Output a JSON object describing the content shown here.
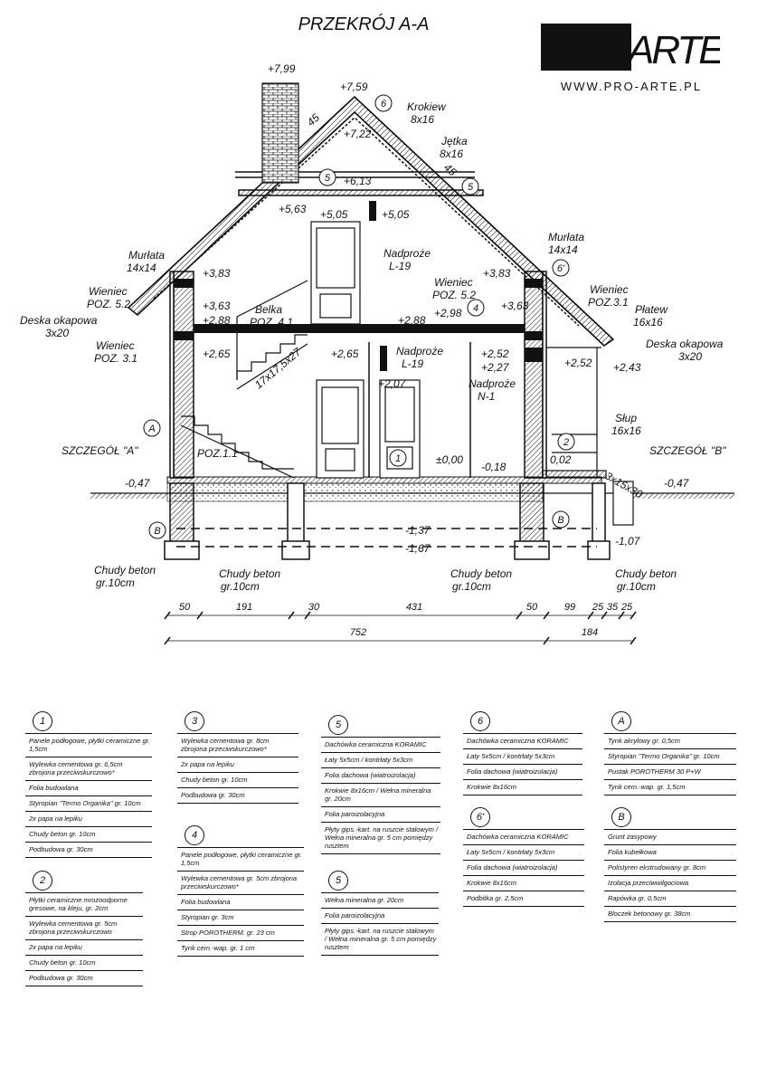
{
  "title": "PRZEKRÓJ A-A",
  "logo": {
    "text": "PROARTE",
    "url": "WWW.PRO-ARTE.PL"
  },
  "elevations": {
    "chimney_top": "+7,99",
    "ridge": "+7,59",
    "attic": "+7,22",
    "ceiling_top": "+6,13",
    "left_563": "+5,63",
    "left_505": "+5,05",
    "right_505": "+5,05",
    "e383_left": "+3,83",
    "e383_right": "+3,83",
    "e363_left": "+3,63",
    "e363_right": "+3,63",
    "e288_left": "+2,88",
    "e288_mid": "+2,88",
    "e298": "+2,98",
    "e265_left": "+2,65",
    "e265_mid": "+2,65",
    "e252": "+2,52",
    "e227": "+2,27",
    "e252_terrace": "+2,52",
    "e243": "+2,43",
    "e207": "+2,07",
    "zero": "±0,00",
    "m018": "-0,18",
    "p002": "0,02",
    "m047_left": "-0,47",
    "m047_right": "-0,47",
    "m137": "-1,37",
    "m167": "-1,67",
    "m107": "-1,07"
  },
  "labels": {
    "krokiew": "Krokiew",
    "krokiew_dim": "8x16",
    "jetka": "Jętka",
    "jetka_dim": "8x16",
    "murlata_l": "Murłata",
    "murlata_l_dim": "14x14",
    "murlata_r": "Murłata",
    "murlata_r_dim": "14x14",
    "wieniec52_l": "Wieniec",
    "wieniec52_l_poz": "POZ. 5.2",
    "wieniec52_r": "Wieniec",
    "wieniec52_r_poz": "POZ. 5.2",
    "wieniec31_l": "Wieniec",
    "wieniec31_l_poz": "POZ. 3.1",
    "wieniec31_r": "Wieniec",
    "wieniec31_r_poz": "POZ.3.1",
    "deska_l": "Deska okapowa",
    "deska_l_dim": "3x20",
    "deska_r": "Deska okapowa",
    "deska_r_dim": "3x20",
    "belka": "Belka",
    "belka_poz": "POZ. 4.1",
    "platew": "Płatew",
    "platew_dim": "16x16",
    "nadproze1": "Nadproże",
    "nadproze1_dim": "L-19",
    "nadproze2": "Nadproże",
    "nadproze2_dim": "L-19",
    "nadproze3": "Nadproże",
    "nadproze3_dim": "N-1",
    "slup": "Słup",
    "slup_dim": "16x16",
    "stairs": "17x17,5x27",
    "poz11": "POZ.1.1",
    "szczegol_a": "SZCZEGÓŁ \"A\"",
    "szczegol_b": "SZCZEGÓŁ \"B\"",
    "chudy1": "Chudy beton",
    "chudy1_gr": "gr.10cm",
    "chudy2": "Chudy beton",
    "chudy2_gr": "gr.10cm",
    "chudy3": "Chudy beton",
    "chudy3_gr": "gr.10cm",
    "chudy4": "Chudy beton",
    "chudy4_gr": "gr.10cm",
    "angle_l": "45",
    "angle_r": "45",
    "step": "3x15x30",
    "mark_1": "1",
    "mark_2": "2",
    "mark_4": "4",
    "mark_5a": "5",
    "mark_5b": "5",
    "mark_6a": "6",
    "mark_6b": "6'",
    "mark_a": "A",
    "mark_b1": "B",
    "mark_b2": "B"
  },
  "dimensions": {
    "d50a": "50",
    "d191": "191",
    "d30": "30",
    "d431": "431",
    "d50b": "50",
    "d99": "99",
    "d25a": "25",
    "d35": "35",
    "d25b": "25",
    "d752": "752",
    "d184": "184"
  },
  "legend": [
    {
      "mark": "1",
      "rows": [
        "Panele podłogowe, płytki ceramiczne gr. 1,5cm",
        "Wylewka cementowa gr. 6,5cm zbrojona przeciwskurczowo*",
        "Folia budowlana",
        "Styropian \"Termo Organika\" gr. 10cm",
        "2x papa na lepiku",
        "Chudy beton gr. 10cm",
        "Podbudowa gr. 30cm"
      ]
    },
    {
      "mark": "2",
      "rows": [
        "Płytki ceramiczne mrozoodporne gresowe, na kleju, gr. 2cm",
        "Wylewka cementowa gr. 5cm zbrojona przeciwskurczowo",
        "2x papa na lepiku",
        "Chudy beton gr. 10cm",
        "Podbudowa gr. 30cm"
      ]
    },
    {
      "mark": "3",
      "rows": [
        "Wylewka cementowa gr. 8cm zbrojona przeciwskurczowo*",
        "2x papa na lepiku",
        "Chudy beton gr. 10cm",
        "Podbudowa gr. 30cm"
      ]
    },
    {
      "mark": "4",
      "rows": [
        "Panele podłogowe, płytki ceramiczne gr. 1,5cm",
        "Wylewka cementowa gr. 5cm zbrojona przeciwskurczowo*",
        "Folia budowlana",
        "Styropian gr. 3cm",
        "Strop POROTHERM. gr. 23 cm",
        "Tynk cem.-wap. gr. 1 cm"
      ]
    },
    {
      "mark": "5",
      "rows": [
        "Dachówka ceramiczna KORAMIC",
        "Łaty 5x5cm / kontrłaty 5x3cm",
        "Folia dachowa (wiatroizolacja)",
        "Krokwie 8x16cm / Wełna mineralna gr. 20cm",
        "Folia paroizolacyjna",
        "Płyty gips.-kart. na ruszcie stalowym / Wełna mineralna gr. 5 cm pomiędzy rusztem"
      ]
    },
    {
      "mark": "5",
      "rows": [
        "Wełna mineralna gr. 20cm",
        "Folia paroizolacyjna",
        "Płyty gips.-kart. na ruszcie stalowym / Wełna mineralna gr. 5 cm pomiędzy rusztem"
      ]
    },
    {
      "mark": "6",
      "rows": [
        "Dachówka ceramiczna KORAMIC",
        "Łaty 5x5cm / kontrłaty 5x3cm",
        "Folia dachowa (wiatroizolacja)",
        "Krokwie 8x16cm"
      ]
    },
    {
      "mark": "6'",
      "rows": [
        "Dachówka ceramiczna KORAMIC",
        "Łaty 5x5cm / kontrłaty 5x3cm",
        "Folia dachowa (wiatroizolacja)",
        "Krokwie 8x16cm",
        "Podbitka gr. 2,5cm"
      ]
    },
    {
      "mark": "A",
      "rows": [
        "Tynk akrylowy gr. 0,5cm",
        "Styropian \"Termo Organika\" gr. 10cm",
        "Pustak POROTHERM 30 P+W",
        "Tynk cem.-wap. gr. 1,5cm"
      ]
    },
    {
      "mark": "B",
      "rows": [
        "Grunt zasypowy",
        "Folia kubełkowa",
        "Polistyren ekstrudowany gr. 8cm",
        "Izolacja przeciwwilgociowa",
        "Rapówka gr. 0,5cm",
        "Bloczek betonowy gr. 38cm"
      ]
    }
  ]
}
